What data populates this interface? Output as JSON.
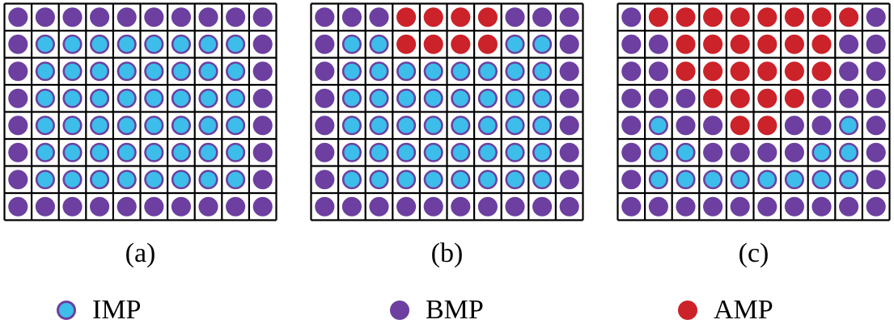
{
  "colors": {
    "imp_fill": "#3dbde9",
    "imp_ring": "#6c3fa0",
    "bmp": "#6c3fa0",
    "amp": "#cc2229",
    "grid": "#000000"
  },
  "legend": [
    {
      "key": "I",
      "label": "IMP"
    },
    {
      "key": "B",
      "label": "BMP"
    },
    {
      "key": "A",
      "label": "AMP"
    }
  ],
  "panels": [
    {
      "caption": "(a)",
      "grid": [
        "BBBBBBBBBB",
        "BIIIIIIIIB",
        "BIIIIIIIIB",
        "BIIIIIIIIB",
        "BIIIIIIIIB",
        "BIIIIIIIIB",
        "BIIIIIIIIB",
        "BBBBBBBBBB"
      ]
    },
    {
      "caption": "(b)",
      "grid": [
        "BBBAAAABBB",
        "BIIAAAAIIB",
        "BIIIIIIIIB",
        "BIIIIIIIIB",
        "BIIIIIIIIB",
        "BIIIIIIIIB",
        "BIIIIIIIIB",
        "BBBBBBBBBB"
      ]
    },
    {
      "caption": "(c)",
      "grid": [
        "BAAAAAAAAB",
        "BBAAAAAABB",
        "BBAAAAAABB",
        "BBBAAAABBB",
        "BIBBAABBIB",
        "BIIBBBBIIB",
        "BIIIIIIIIB",
        "BBBBBBBBBB"
      ]
    }
  ]
}
